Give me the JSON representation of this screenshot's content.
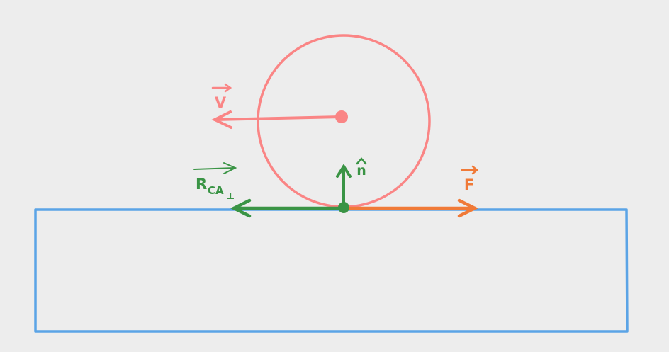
{
  "colors": {
    "background": "#ededed",
    "ground": "#5ba4e6",
    "ball": "#fa8585",
    "normal_force": "#3a9445",
    "friction": "#f07a38"
  },
  "labels": {
    "velocity": "V",
    "friction_force": "F",
    "normal_vector": "n",
    "reaction_main": "R",
    "reaction_sub": "CA",
    "reaction_perp": "⊥"
  }
}
